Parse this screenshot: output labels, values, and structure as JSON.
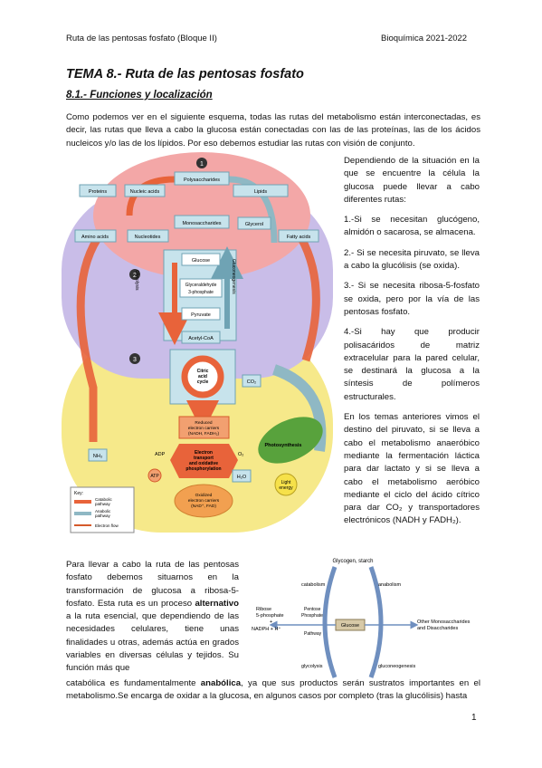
{
  "header": {
    "left": "Ruta de las pentosas fosfato (Bloque II)",
    "right": "Bioquímica 2021-2022"
  },
  "title": "TEMA 8.- Ruta de las pentosas fosfato",
  "section": "8.1.- Funciones y localización",
  "intro": "Como podemos ver en el siguiente esquema, todas las rutas del metabolismo están interconectadas, es decir, las rutas que lleva a cabo la glucosa están conectadas con las de las proteínas, las de los ácidos nucleicos y/o las de los lípidos. Por eso debemos estudiar las rutas con visión de conjunto.",
  "right_col": {
    "p1": "Dependiendo de la situación en la que se encuentre la célula la glucosa puede llevar a cabo diferentes rutas:",
    "p2": "1.-Si se necesitan glucógeno, almidón o sacarosa, se almacena.",
    "p3": "2.- Si se necesita piruvato, se lleva a cabo la glucólisis (se oxida).",
    "p4": "3.- Si se necesita ribosa-5-fosfato se oxida, pero por la vía de las pentosas fosfato.",
    "p5": "4.-Si hay que producir polisacáridos de matriz extracelular para la pared celular, se destinará la glucosa a la síntesis de polímeros estructurales.",
    "p6": "En los temas anteriores vimos el destino del piruvato, si se lleva a cabo el metabolismo anaeróbico mediante la fermentación láctica para dar lactato y si se lleva a cabo el metabolismo aeróbico mediante el ciclo del ácido cítrico para dar CO₂ y transportadores electrónicos (NADH y FADH₂)."
  },
  "bottom_left": {
    "text_a": "Para llevar a cabo la ruta de las pentosas fosfato debemos situarnos en la transformación de glucosa a ribosa-5-fosfato. Esta ruta es un proceso ",
    "bold_a": "alternativo",
    "text_b": " a la ruta esencial, que dependiendo de las necesidades celulares, tiene unas finalidades u otras, además actúa en grados variables en diversas células y tejidos. Su función más que"
  },
  "bottom_full": {
    "text_a": "catabólica es fundamentalmente ",
    "bold_a": "anabólica",
    "text_b": ", ya que sus productos serán sustratos importantes en el metabolismo.Se encarga de oxidar a la glucosa, en algunos casos por completo (tras la glucólisis) hasta"
  },
  "page_number": "1",
  "diagram1": {
    "labels": {
      "n1": "1",
      "n2": "2",
      "n3": "3",
      "polysaccharides": "Polysaccharides",
      "proteins": "Proteins",
      "nucleic_acids": "Nucleic acids",
      "lipids": "Lipids",
      "monosaccharides": "Monosaccharides",
      "amino_acids": "Amino acids",
      "nucleotides": "Nucleotides",
      "glycerol": "Glycerol",
      "fatty_acids": "Fatty acids",
      "glucose": "Glucose",
      "g3p_1": "Glyceraldehyde",
      "g3p_2": "3-phosphate",
      "pyruvate": "Pyruvate",
      "glycolysis": "Glycolysis",
      "gluconeogenesis": "Gluconeogenesis",
      "acetyl_coa": "Acetyl-CoA",
      "citric_1": "Citric",
      "citric_2": "acid",
      "citric_3": "cycle",
      "co2": "CO₂",
      "reduced_1": "Reduced",
      "reduced_2": "electron carriers",
      "reduced_3": "(NADH, FADH₂)",
      "etc_1": "Electron",
      "etc_2": "transport",
      "etc_3": "and oxidative",
      "etc_4": "phosphorylation",
      "adp": "ADP",
      "o2": "O₂",
      "atp": "ATP",
      "h2o": "H₂O",
      "nh3": "NH₃",
      "photosynthesis": "Photosynthesis",
      "light_1": "Light",
      "light_2": "energy",
      "oxidized_1": "Oxidized",
      "oxidized_2": "electron carriers",
      "oxidized_3": "(NAD⁺, FAD)",
      "key": "Key:",
      "key_cat_1": "Catabolic",
      "key_cat_2": "pathway",
      "key_ana_1": "Anabolic",
      "key_ana_2": "pathway",
      "key_flow": "Electron flow"
    }
  },
  "diagram2": {
    "labels": {
      "glycogen": "Glycogen, starch",
      "catabolism": "catabolism",
      "anabolism": "anabolism",
      "ribose_1": "Ribose",
      "ribose_2": "5-phosphate",
      "ribose_3": "+",
      "ribose_4": "NADPH + H⁺",
      "ppp_1": "Pentose",
      "ppp_2": "Phosphate",
      "ppp_3": "Pathway",
      "glucose": "Glucose",
      "other_1": "Other Monosaccharides",
      "other_2": "and Disaccharides",
      "glycolysis": "glycolysis",
      "gluconeogenesis": "gluconeogenesis"
    }
  },
  "colors": {
    "catabolic": "#e8633a",
    "anabolic": "#8fb8c4",
    "pink_zone": "#f3a7a7",
    "lavender_zone": "#c9bde8",
    "yellow_zone": "#f6e98a",
    "diagram2_arc": "#6f8fbf"
  }
}
